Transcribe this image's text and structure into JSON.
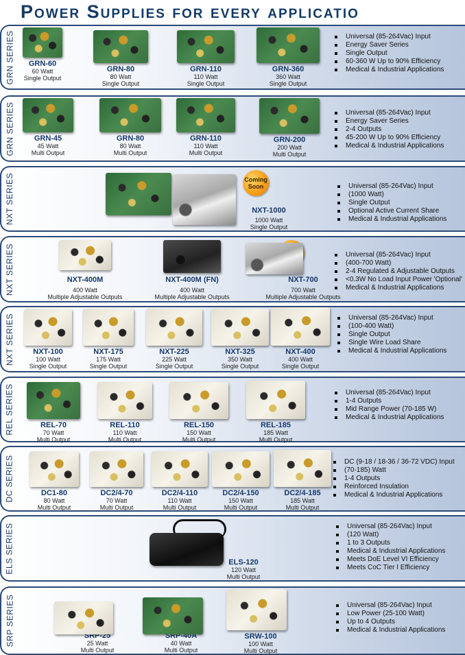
{
  "title": "Power Supplies for every applicatio",
  "coming_soon": [
    "Coming",
    "Soon"
  ],
  "rows": [
    {
      "series": "GRN SERIES",
      "products": [
        {
          "name": "GRN-60",
          "watt": "60 Watt",
          "output": "Single Output"
        },
        {
          "name": "GRN-80",
          "watt": "80 Watt",
          "output": "Single Output"
        },
        {
          "name": "GRN-110",
          "watt": "110 Watt",
          "output": "Single Output"
        },
        {
          "name": "GRN-360",
          "watt": "360 Watt",
          "output": "Single Output"
        }
      ],
      "features": [
        "Universal (85-264Vac) Input",
        "Energy Saver Series",
        "Single Output",
        "60-360 W Up to 90% Efficiency",
        "Medical & Industrial Applications"
      ]
    },
    {
      "series": "GRN SERIES",
      "products": [
        {
          "name": "GRN-45",
          "watt": "45 Watt",
          "output": "Multi Output"
        },
        {
          "name": "GRN-80",
          "watt": "80 Watt",
          "output": "Multi Output"
        },
        {
          "name": "GRN-110",
          "watt": "110 Watt",
          "output": "Multi Output"
        },
        {
          "name": "GRN-200",
          "watt": "200 Watt",
          "output": "Multi Output"
        }
      ],
      "features": [
        "Universal (85-264Vac) Input",
        "Energy Saver Series",
        "2-4 Outputs",
        "45-200 W Up to 90% Efficiency",
        "Medical & Industrial Applications"
      ]
    },
    {
      "series": "NXT SERIES",
      "products": [
        {
          "name": "NXT-1000",
          "watt": "1000 Watt",
          "output": "Single Output"
        }
      ],
      "features": [
        "Universal (85-264Vac) Input",
        "(1000 Watt)",
        "Single Output",
        "Optional Active Current Share",
        "Medical & Industrial  Applications"
      ]
    },
    {
      "series": "NXT SERIES",
      "products": [
        {
          "name": "NXT-400M",
          "watt": "400 Watt",
          "output": "Multiple Adjustable Outputs"
        },
        {
          "name": "NXT-400M (FN)",
          "watt": "400 Watt",
          "output": "Multiple Adjustable Outputs"
        },
        {
          "name": "NXT-700",
          "watt": "700 Watt",
          "output": "Multiple Adjustable Outputs"
        }
      ],
      "features": [
        "Universal (85-264Vac) Input",
        "(400-700 Watt)",
        "2-4 Regulated & Adjustable Outputs",
        "<0.3W No Load Input Power 'Optional'",
        "Medical & Industrial Applications"
      ]
    },
    {
      "series": "NXT SERIES",
      "products": [
        {
          "name": "NXT-100",
          "watt": "100 Watt",
          "output": "Single Output"
        },
        {
          "name": "NXT-175",
          "watt": "175 Watt",
          "output": "Single Output"
        },
        {
          "name": "NXT-225",
          "watt": "225 Watt",
          "output": "Single Output"
        },
        {
          "name": "NXT-325",
          "watt": "350 Watt",
          "output": "Single Output"
        },
        {
          "name": "NXT-400",
          "watt": "400 Watt",
          "output": "Single Output"
        }
      ],
      "features": [
        "Universal (85-264Vac) Input",
        "(100-400 Watt)",
        "Single Output",
        "Single Wire Load Share",
        "Medical & Industrial Applications"
      ]
    },
    {
      "series": "REL SERIES",
      "products": [
        {
          "name": "REL-70",
          "watt": "70 Watt",
          "output": "Multi Output"
        },
        {
          "name": "REL-110",
          "watt": "110 Watt",
          "output": "Multi Output"
        },
        {
          "name": "REL-150",
          "watt": "150 Watt",
          "output": "Multi Output"
        },
        {
          "name": "REL-185",
          "watt": "185 Watt",
          "output": "Multi Output"
        }
      ],
      "features": [
        "Universal (85-264Vac) Input",
        "1-4 Outputs",
        "Mid Range Power (70-185 W)",
        "Medical & Industrial Applications"
      ]
    },
    {
      "series": "DC SERIES",
      "products": [
        {
          "name": "DC1-80",
          "watt": "80 Watt",
          "output": "Multi Output"
        },
        {
          "name": "DC2/4-70",
          "watt": "70 Watt",
          "output": "Multi Output"
        },
        {
          "name": "DC2/4-110",
          "watt": "110 Watt",
          "output": "Multi Output"
        },
        {
          "name": "DC2/4-150",
          "watt": "150 Watt",
          "output": "Multi Output"
        },
        {
          "name": "DC2/4-185",
          "watt": "185 Watt",
          "output": "Multi Output"
        }
      ],
      "features": [
        "DC (9-18 / 18-36 / 36-72 VDC) Input",
        "(70-185) Watt",
        "1-4 Outputs",
        "Reinforced Insulation",
        "Medical & Industrial Applications"
      ]
    },
    {
      "series": "ELS SERIES",
      "products": [
        {
          "name": "ELS-120",
          "watt": "120 Watt",
          "output": "Multi Output"
        }
      ],
      "features": [
        "Universal (85-264Vac) Input",
        "(120 Watt)",
        "1 to 3 Outputs",
        "Medical & Industrial Applications",
        "Meets DoE Level VI Efficiency",
        "Meets CoC Tier I Efficiency"
      ]
    },
    {
      "series": "SRP SERIES",
      "products": [
        {
          "name": "SRP-25",
          "watt": "25 Watt",
          "output": "Multi Output"
        },
        {
          "name": "SRP-40A",
          "watt": "40 Watt",
          "output": "Multi Output"
        },
        {
          "name": "SRW-100",
          "watt": "100 Watt",
          "output": "Multi Output"
        }
      ],
      "features": [
        "Universal (85-264Vac) Input",
        "Low Power (25-100 Watt)",
        "Up to 4 Outputs",
        "Medical & Industrial Applications"
      ]
    }
  ]
}
